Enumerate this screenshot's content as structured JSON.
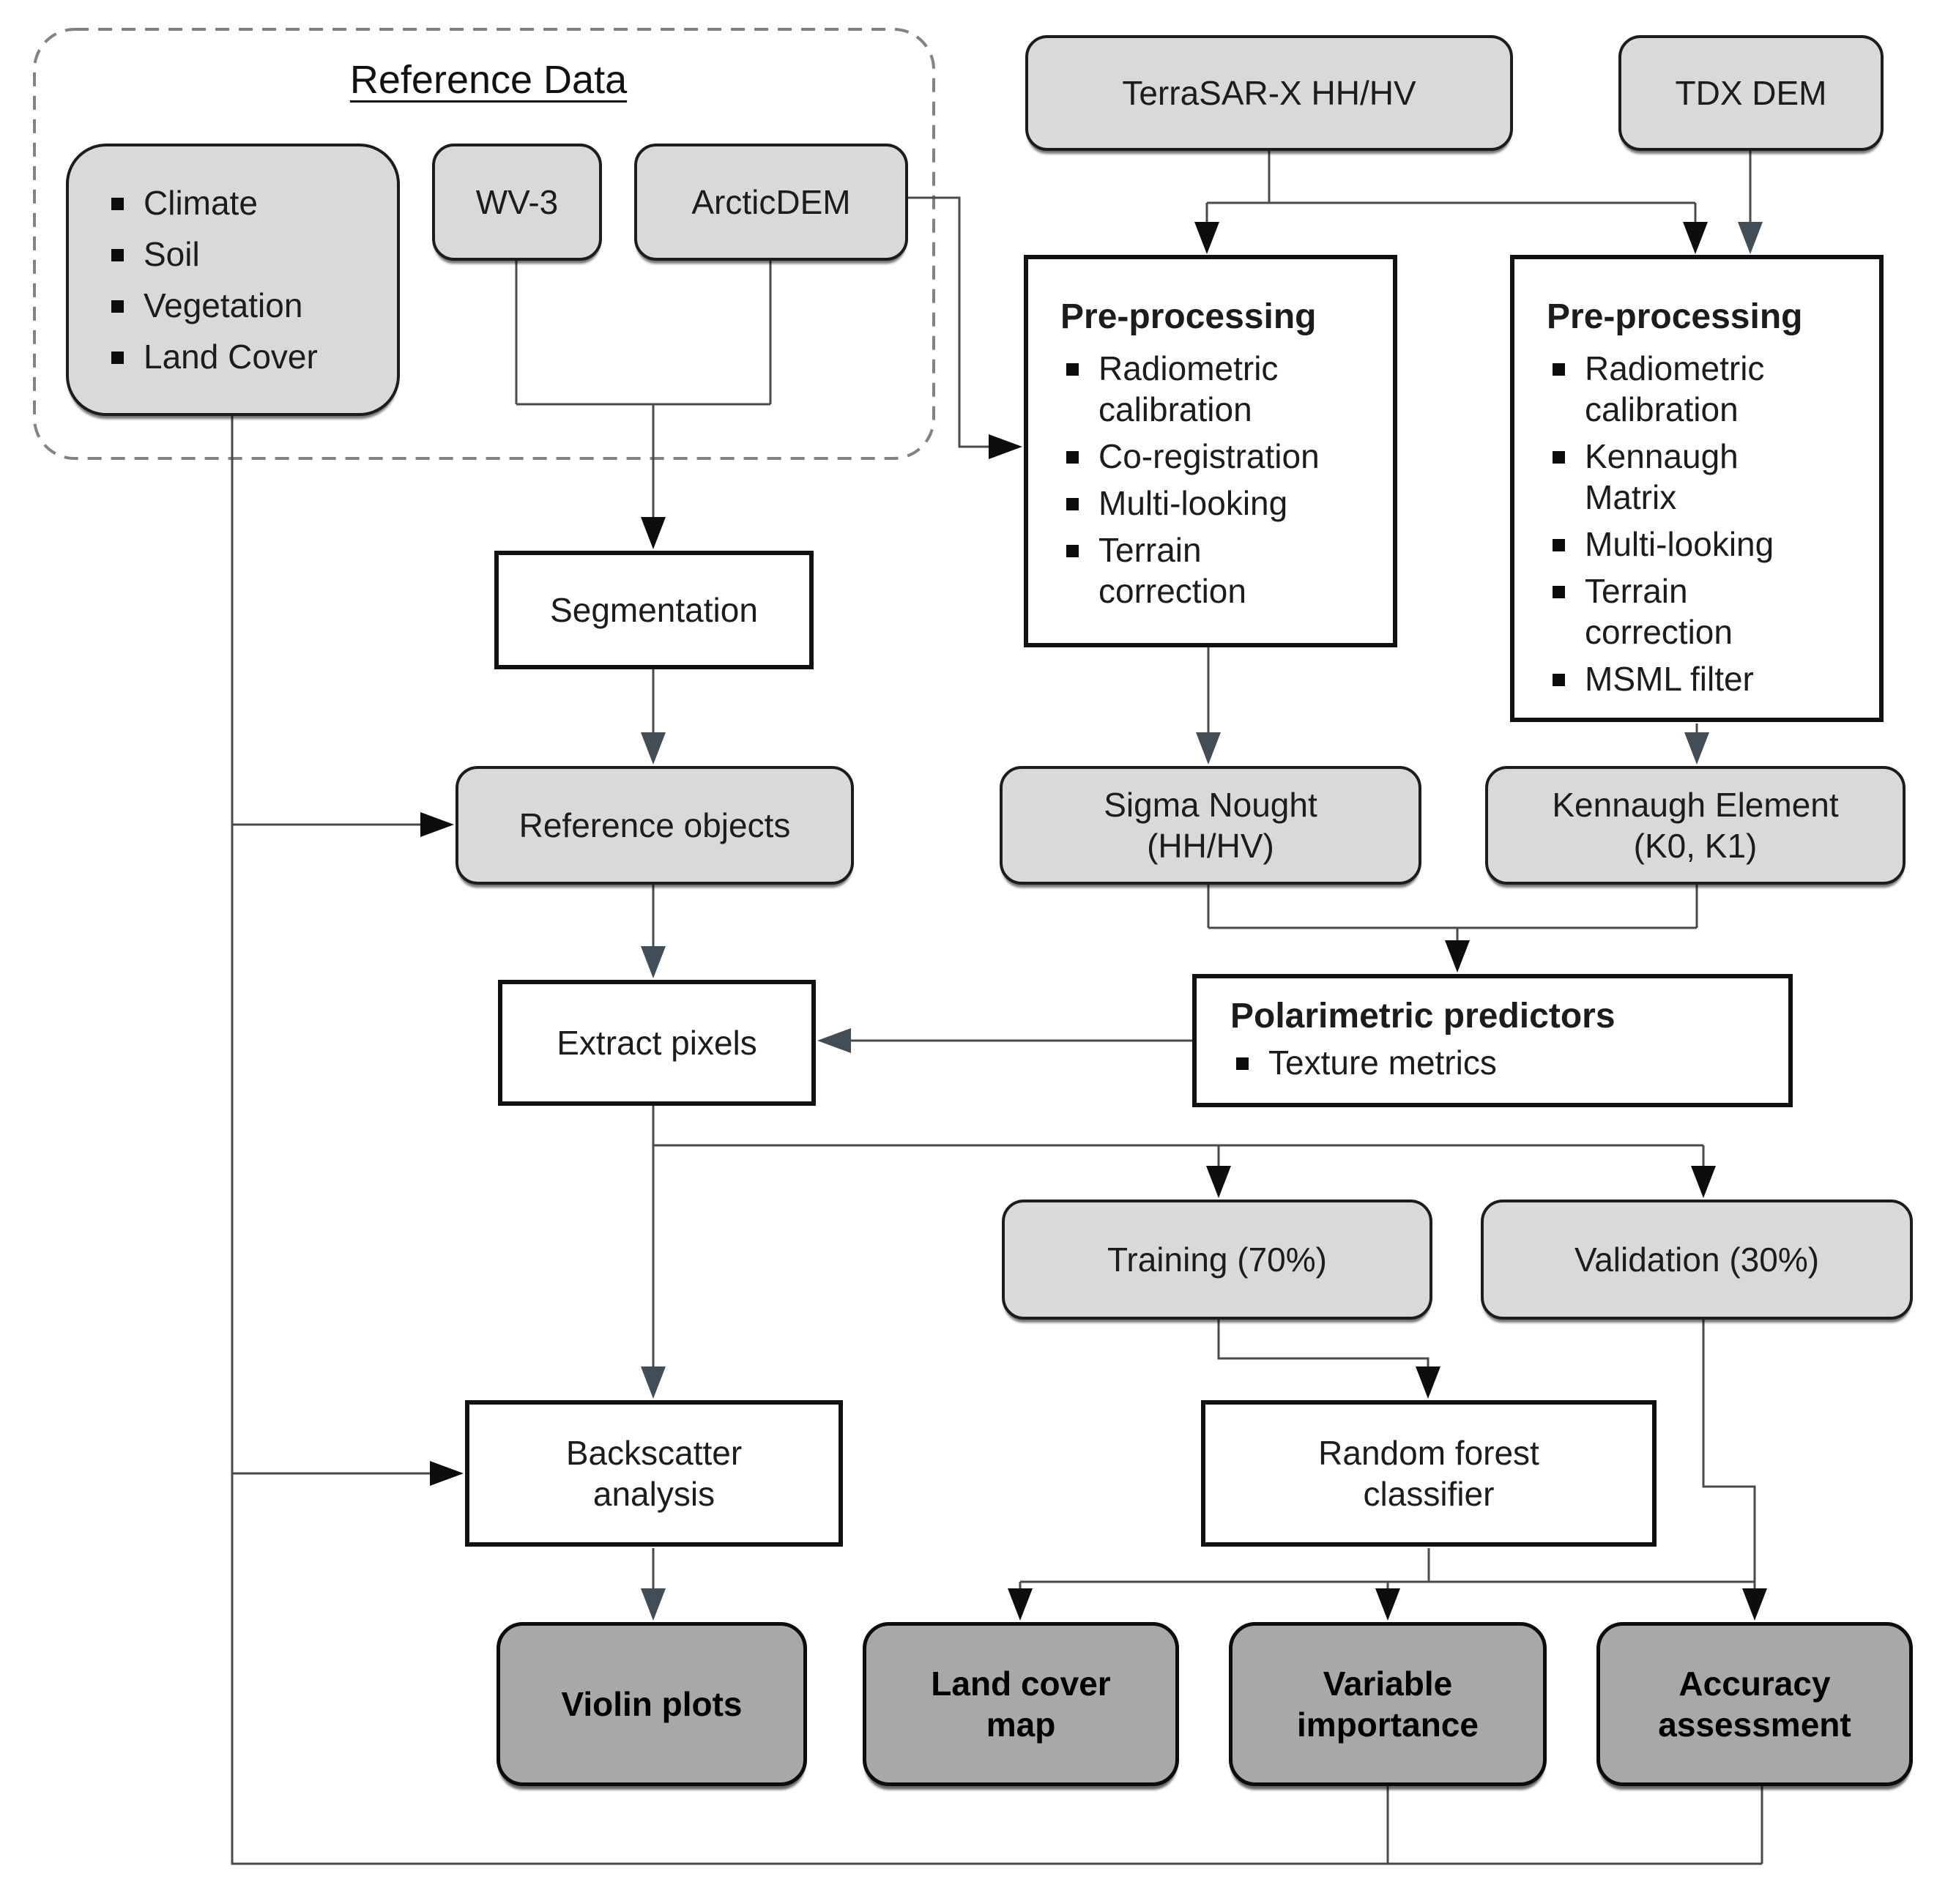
{
  "colors": {
    "box_fill_light": "#d9d9d9",
    "box_fill_dark": "#a8a8a8",
    "box_border": "#1c1c1c",
    "line": "#4a4a4a",
    "arrow_black": "#0d0d0d",
    "arrow_slate": "#414d57",
    "dashed_border": "#828282"
  },
  "reference_data": {
    "title": "Reference Data",
    "attributes": {
      "items": [
        "Climate",
        "Soil",
        "Vegetation",
        "Land Cover"
      ]
    },
    "wv3_label": "WV-3",
    "arcticdem_label": "ArcticDEM"
  },
  "inputs": {
    "terrasar_label": "TerraSAR-X HH/HV",
    "tdx_label": "TDX DEM"
  },
  "preprocessing_sar": {
    "title": "Pre-processing",
    "items": [
      "Radiometric calibration",
      "Co-registration",
      "Multi-looking",
      "Terrain correction"
    ]
  },
  "preprocessing_dem": {
    "title": "Pre-processing",
    "items": [
      "Radiometric calibration",
      "Kennaugh Matrix",
      "Multi-looking",
      "Terrain correction",
      "MSML filter"
    ]
  },
  "process": {
    "segmentation_label": "Segmentation",
    "reference_objects_label": "Reference objects",
    "sigma_nought": {
      "line1": "Sigma Nought",
      "line2": "(HH/HV)"
    },
    "kennaugh": {
      "line1": "Kennaugh Element",
      "line2": "(K0, K1)"
    },
    "extract_pixels_label": "Extract pixels",
    "polarimetric": {
      "title": "Polarimetric predictors",
      "items": [
        "Texture metrics"
      ]
    },
    "training_label": "Training (70%)",
    "validation_label": "Validation (30%)",
    "backscatter": {
      "line1": "Backscatter",
      "line2": "analysis"
    },
    "random_forest": {
      "line1": "Random forest",
      "line2": "classifier"
    }
  },
  "outputs": {
    "violin_label": "Violin plots",
    "land_cover": {
      "line1": "Land cover",
      "line2": "map"
    },
    "variable_importance": {
      "line1": "Variable",
      "line2": "importance"
    },
    "accuracy": {
      "line1": "Accuracy",
      "line2": "assessment"
    }
  }
}
